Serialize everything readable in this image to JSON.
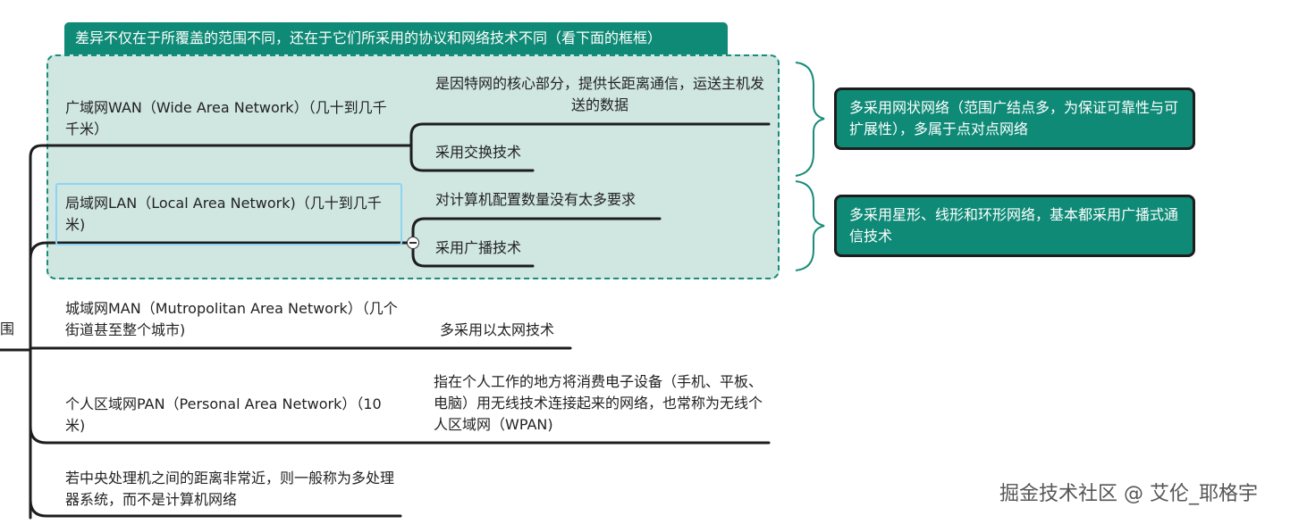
{
  "banner": {
    "text": "差异不仅在于所覆盖的范围不同，还在于它们所采用的协议和网络技术不同（看下面的框框）"
  },
  "root": {
    "partial_label": "围"
  },
  "nodes": {
    "wan": {
      "label": "广域网WAN（Wide Area Network）（几十到几千千米）"
    },
    "lan": {
      "label": "局域网LAN（Local Area Network)（几十到几千米)"
    },
    "man": {
      "label": "城域网MAN（Mutropolitan Area Network）（几个街道甚至整个城市)"
    },
    "pan": {
      "label": "个人区域网PAN（Personal Area Network）（10米)"
    },
    "multi": {
      "label": "若中央处理机之间的距离非常近，则一般称为多处理器系统，而不是计算机网络"
    }
  },
  "details": {
    "wan_core": "是因特网的核心部分，提供长距离通信，运送主机发送的数据",
    "wan_switch": "采用交换技术",
    "lan_config": "对计算机配置数量没有太多要求",
    "lan_broadcast": "采用广播技术",
    "man_ethernet": "多采用以太网技术",
    "pan_desc": "指在个人工作的地方将消费电子设备（手机、平板、电脑）用无线技术连接起来的网络，也常称为无线个人区域网（WPAN)"
  },
  "callouts": {
    "mesh": "多采用网状网络（范围广结点多，为保证可靠性与可扩展性），多属于点对点网络",
    "star": "多采用星形、线形和环形网络，基本都采用广播式通信技术"
  },
  "watermark": {
    "text": "掘金技术社区 @ 艾伦_耶格宇"
  },
  "colors": {
    "accent": "#0f8a77",
    "group_fill": "#cfe6e1",
    "line": "#1d1d1d",
    "selection": "#8fd3f2"
  }
}
